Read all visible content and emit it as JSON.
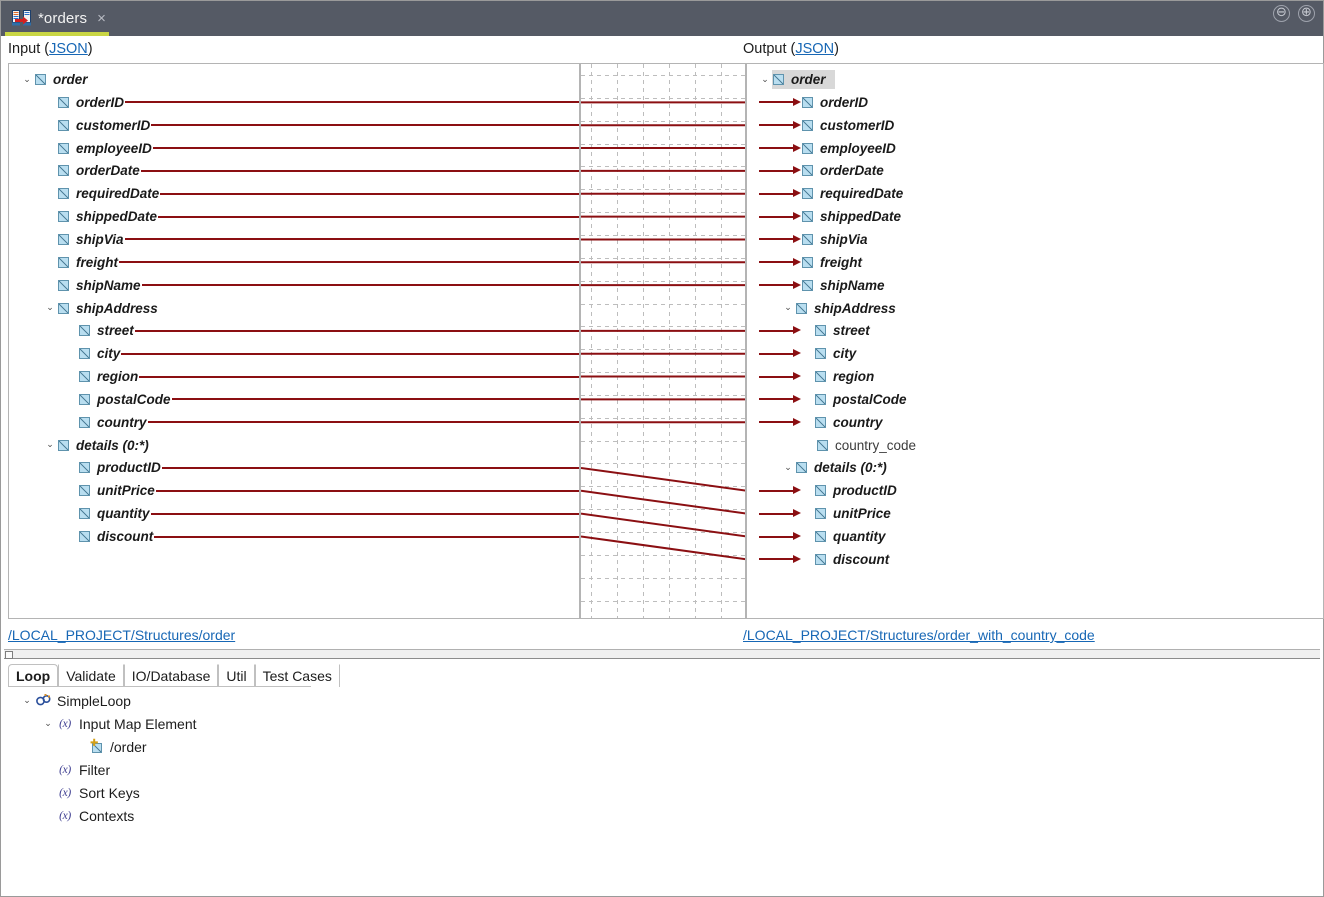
{
  "window": {
    "tab_title": "*orders",
    "tab_icon": "mapping-document-icon",
    "close_label": "×",
    "minimize_label": "⊖",
    "maximize_label": "⊕"
  },
  "panels": {
    "input": {
      "label_prefix": "Input (",
      "label_link": "JSON",
      "label_suffix": ")",
      "path": "/LOCAL_PROJECT/Structures/order"
    },
    "output": {
      "label_prefix": "Output (",
      "label_link": "JSON",
      "label_suffix": ")",
      "path": "/LOCAL_PROJECT/Structures/order_with_country_code"
    }
  },
  "input_tree": [
    {
      "label": "order",
      "depth": 0,
      "expanded": true,
      "mapped": false
    },
    {
      "label": "orderID",
      "depth": 1,
      "expanded": null,
      "mapped": true
    },
    {
      "label": "customerID",
      "depth": 1,
      "expanded": null,
      "mapped": true
    },
    {
      "label": "employeeID",
      "depth": 1,
      "expanded": null,
      "mapped": true
    },
    {
      "label": "orderDate",
      "depth": 1,
      "expanded": null,
      "mapped": true
    },
    {
      "label": "requiredDate",
      "depth": 1,
      "expanded": null,
      "mapped": true
    },
    {
      "label": "shippedDate",
      "depth": 1,
      "expanded": null,
      "mapped": true
    },
    {
      "label": "shipVia",
      "depth": 1,
      "expanded": null,
      "mapped": true
    },
    {
      "label": "freight",
      "depth": 1,
      "expanded": null,
      "mapped": true
    },
    {
      "label": "shipName",
      "depth": 1,
      "expanded": null,
      "mapped": true
    },
    {
      "label": "shipAddress",
      "depth": 1,
      "expanded": true,
      "mapped": false
    },
    {
      "label": "street",
      "depth": 2,
      "expanded": null,
      "mapped": true
    },
    {
      "label": "city",
      "depth": 2,
      "expanded": null,
      "mapped": true
    },
    {
      "label": "region",
      "depth": 2,
      "expanded": null,
      "mapped": true
    },
    {
      "label": "postalCode",
      "depth": 2,
      "expanded": null,
      "mapped": true
    },
    {
      "label": "country",
      "depth": 2,
      "expanded": null,
      "mapped": true
    },
    {
      "label": "details (0:*)",
      "depth": 1,
      "expanded": true,
      "mapped": false
    },
    {
      "label": "productID",
      "depth": 2,
      "expanded": null,
      "mapped": true
    },
    {
      "label": "unitPrice",
      "depth": 2,
      "expanded": null,
      "mapped": true
    },
    {
      "label": "quantity",
      "depth": 2,
      "expanded": null,
      "mapped": true
    },
    {
      "label": "discount",
      "depth": 2,
      "expanded": null,
      "mapped": true
    }
  ],
  "output_tree": [
    {
      "label": "order",
      "depth": 0,
      "expanded": true,
      "mapped": false,
      "selected": true
    },
    {
      "label": "orderID",
      "depth": 1,
      "expanded": null,
      "mapped": true
    },
    {
      "label": "customerID",
      "depth": 1,
      "expanded": null,
      "mapped": true
    },
    {
      "label": "employeeID",
      "depth": 1,
      "expanded": null,
      "mapped": true
    },
    {
      "label": "orderDate",
      "depth": 1,
      "expanded": null,
      "mapped": true
    },
    {
      "label": "requiredDate",
      "depth": 1,
      "expanded": null,
      "mapped": true
    },
    {
      "label": "shippedDate",
      "depth": 1,
      "expanded": null,
      "mapped": true
    },
    {
      "label": "shipVia",
      "depth": 1,
      "expanded": null,
      "mapped": true
    },
    {
      "label": "freight",
      "depth": 1,
      "expanded": null,
      "mapped": true
    },
    {
      "label": "shipName",
      "depth": 1,
      "expanded": null,
      "mapped": true
    },
    {
      "label": "shipAddress",
      "depth": 1,
      "expanded": true,
      "mapped": false
    },
    {
      "label": "street",
      "depth": 2,
      "expanded": null,
      "mapped": true
    },
    {
      "label": "city",
      "depth": 2,
      "expanded": null,
      "mapped": true
    },
    {
      "label": "region",
      "depth": 2,
      "expanded": null,
      "mapped": true
    },
    {
      "label": "postalCode",
      "depth": 2,
      "expanded": null,
      "mapped": true
    },
    {
      "label": "country",
      "depth": 2,
      "expanded": null,
      "mapped": true
    },
    {
      "label": "country_code",
      "depth": 2,
      "expanded": null,
      "mapped": false,
      "unmapped_style": true
    },
    {
      "label": "details (0:*)",
      "depth": 1,
      "expanded": true,
      "mapped": false
    },
    {
      "label": "productID",
      "depth": 2,
      "expanded": null,
      "mapped": true
    },
    {
      "label": "unitPrice",
      "depth": 2,
      "expanded": null,
      "mapped": true
    },
    {
      "label": "quantity",
      "depth": 2,
      "expanded": null,
      "mapped": true
    },
    {
      "label": "discount",
      "depth": 2,
      "expanded": null,
      "mapped": true
    }
  ],
  "bottom": {
    "tabs": [
      {
        "label": "Loop",
        "active": true
      },
      {
        "label": "Validate",
        "active": false
      },
      {
        "label": "IO/Database",
        "active": false
      },
      {
        "label": "Util",
        "active": false
      },
      {
        "label": "Test Cases",
        "active": false
      }
    ],
    "tree": [
      {
        "label": "SimpleLoop",
        "depth": 0,
        "icon": "loop-icon",
        "expanded": true
      },
      {
        "label": "Input Map Element",
        "depth": 1,
        "icon": "fx-icon",
        "expanded": true
      },
      {
        "label": "/order",
        "depth": 2,
        "icon": "element-icon",
        "expanded": null
      },
      {
        "label": "Filter",
        "depth": 1,
        "icon": "fx-icon",
        "expanded": null
      },
      {
        "label": "Sort Keys",
        "depth": 1,
        "icon": "fx-icon",
        "expanded": null
      },
      {
        "label": "Contexts",
        "depth": 1,
        "icon": "fx-icon",
        "expanded": null
      }
    ]
  },
  "colors": {
    "titlebar": "#555a65",
    "tab_accent": "#c9d644",
    "link": "#1767b5",
    "connector": "#8b0f12",
    "node_icon": "#b9def0"
  }
}
